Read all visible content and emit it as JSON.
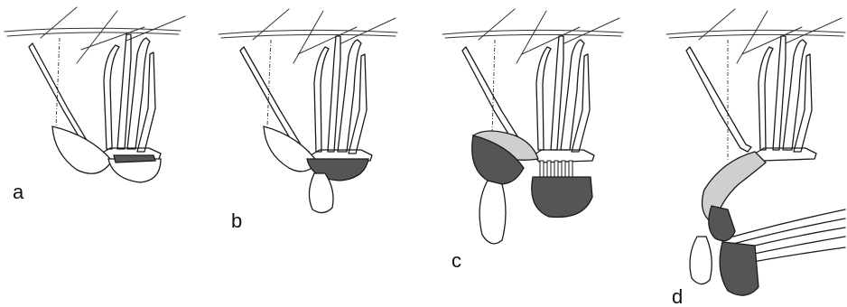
{
  "figure": {
    "panels": [
      {
        "id": "a",
        "label": "a"
      },
      {
        "id": "b",
        "label": "b"
      },
      {
        "id": "c",
        "label": "c"
      },
      {
        "id": "d",
        "label": "d"
      }
    ],
    "colors": {
      "ink": "#1a1a1a",
      "dark_fill": "#555555",
      "stipple": "#999999",
      "background": "#ffffff"
    }
  }
}
